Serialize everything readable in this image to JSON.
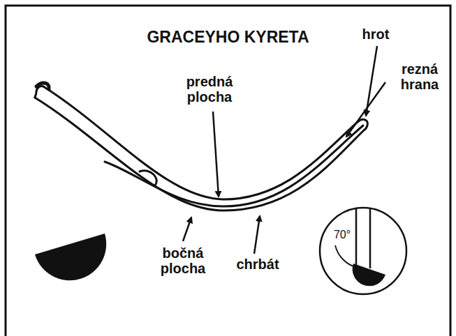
{
  "diagram": {
    "title": "GRACEYHO KYRETA",
    "labels": [
      "predná plocha",
      "hrot",
      "rezná hrana",
      "bočná plocha",
      "chrbát",
      "70°"
    ]
  }
}
